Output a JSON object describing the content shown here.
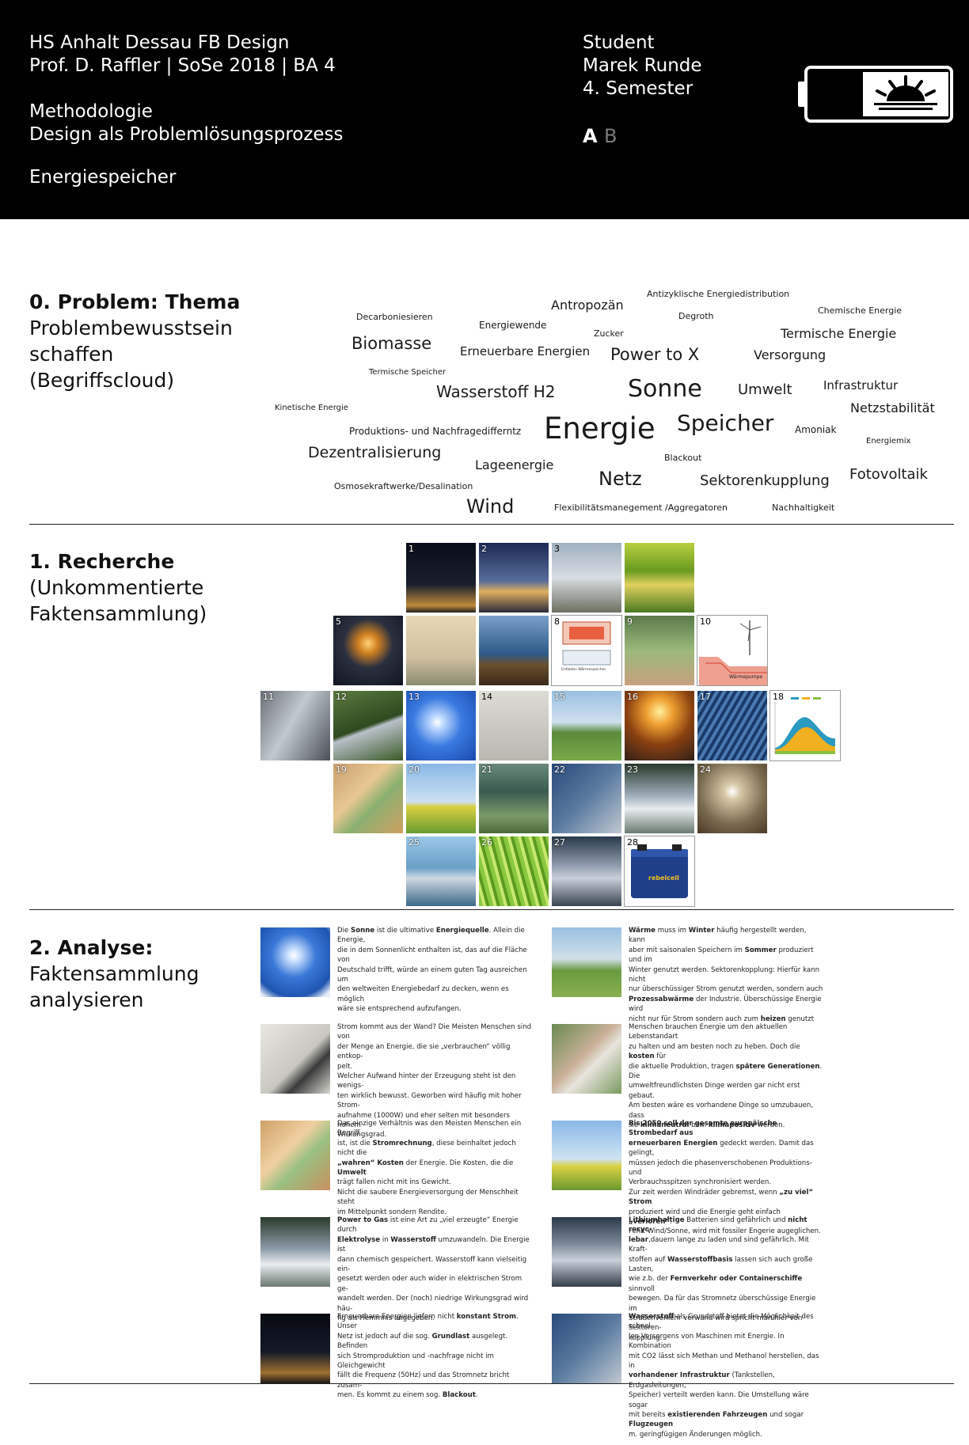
{
  "header": {
    "left_lines": [
      "HS Anhalt Dessau FB Design",
      "Prof. D. Raffler | SoSe 2018 | BA 4",
      "",
      "Methodologie",
      "Design als Problemlösungsprozess",
      "",
      "Energiespeicher"
    ],
    "right_lines": [
      "Student",
      "Marek Runde",
      "4. Semester"
    ],
    "ab_active": "A",
    "ab_inactive": "B",
    "logo_icon": "battery-sun-icon"
  },
  "sections": [
    {
      "title": "0. Problem: Thema",
      "subtitle_lines": [
        "Problembewusstsein",
        "schaffen",
        "(Begriffscloud)"
      ]
    },
    {
      "title": "1. Recherche",
      "subtitle_lines": [
        "(Unkommentierte",
        "Faktensammlung)"
      ]
    },
    {
      "title": "2. Analyse:",
      "subtitle_lines": [
        "Faktensammlung",
        "analysieren"
      ]
    }
  ],
  "cloud": [
    "Antizyklische Energiedistribution",
    "Antropozän",
    "Chemische Energie",
    "Decarboniesieren",
    "Degroth",
    "Energiewende",
    "Zucker",
    "Termische Energie",
    "Biomasse",
    "Erneuerbare Energien",
    "Power to X",
    "Versorgung",
    "Termische Speicher",
    "Infrastruktur",
    "Wasserstoff H2",
    "Sonne",
    "Umwelt",
    "Kinetische Energie",
    "Netzstabilität",
    "Produktions- und Nachfragedifferntz",
    "Energie",
    "Speicher",
    "Amoniak",
    "Energiemix",
    "Dezentralisierung",
    "Blackout",
    "Lageenergie",
    "Fotovoltaik",
    "Netz",
    "Sektorenkupplung",
    "Osmosekraftwerke/Desalination",
    "Wind",
    "Flexibilitätsmanegement /Aggregatoren",
    "Nachhaltigkeit"
  ],
  "research_tiles": [
    {
      "num": "1",
      "subject": "city at night"
    },
    {
      "num": "2",
      "subject": "skyline at dusk"
    },
    {
      "num": "3",
      "subject": "substation"
    },
    {
      "num": "",
      "subject": "green fields"
    },
    {
      "num": "5",
      "subject": "light bulb"
    },
    {
      "num": "",
      "subject": "power pylons"
    },
    {
      "num": "",
      "subject": "tidal coast"
    },
    {
      "num": "8",
      "subject": "heat storage diagram"
    },
    {
      "num": "9",
      "subject": "grandfather and child"
    },
    {
      "num": "10",
      "subject": "heat pump diagram"
    },
    {
      "num": "11",
      "subject": "mirrors"
    },
    {
      "num": "12",
      "subject": "forest road"
    },
    {
      "num": "13",
      "subject": "sun sky"
    },
    {
      "num": "14",
      "subject": "wall socket"
    },
    {
      "num": "15",
      "subject": "wind park storage"
    },
    {
      "num": "16",
      "subject": "solar panels sunset"
    },
    {
      "num": "17",
      "subject": "solar collector"
    },
    {
      "num": "18",
      "subject": "energy chart"
    },
    {
      "num": "19",
      "subject": "euro notes"
    },
    {
      "num": "20",
      "subject": "wind turbines field"
    },
    {
      "num": "21",
      "subject": "biogas domes"
    },
    {
      "num": "22",
      "subject": "hydrogen fuel"
    },
    {
      "num": "23",
      "subject": "container plant"
    },
    {
      "num": "24",
      "subject": "solar tower"
    },
    {
      "num": "25",
      "subject": "pipeline"
    },
    {
      "num": "26",
      "subject": "green tubes"
    },
    {
      "num": "27",
      "subject": "truck"
    },
    {
      "num": "28",
      "subject": "battery"
    }
  ],
  "research_battery_label": "rebelcell",
  "heat_storage_label": "Entladen Wärmespeicher",
  "heat_pump_label": "Wärmepumpe",
  "analysis": [
    {
      "thumb": "sun",
      "lines": [
        [
          "Die ",
          [
            "Sonne"
          ],
          " ist die ultimative ",
          [
            "Energiequelle"
          ],
          ". Allein die Energie,"
        ],
        [
          "die in dem Sonnenlicht enthalten ist, das auf die Fläche von"
        ],
        [
          "Deutschald trifft, würde an einem guten Tag ausreichen um"
        ],
        [
          "den weltweiten Energiebedarf zu decken, wenn es möglich"
        ],
        [
          "wäre sie entsprechend aufzufangen."
        ]
      ]
    },
    {
      "thumb": "windpark",
      "lines": [
        [
          [
            "Wärme"
          ],
          " muss im ",
          [
            "Winter"
          ],
          " häufig hergestellt werden, kann"
        ],
        [
          "aber mit saisonalen Speichern im ",
          [
            "Sommer"
          ],
          " produziert und im"
        ],
        [
          "Winter genutzt werden. Sektorenkopplung: Hierfür kann nicht"
        ],
        [
          "nur überschüssiger Strom genutzt werden, sondern auch"
        ],
        [
          [
            "Prozessabwärme"
          ],
          " der Industrie.  Überschüssige Energie wird"
        ],
        [
          "nicht nur für Strom sondern auch zum ",
          [
            "heizen"
          ],
          " genutzt"
        ]
      ]
    },
    {
      "thumb": "socket",
      "lines": [
        [
          "Strom kommt aus der Wand? Die Meisten Menschen sind von"
        ],
        [
          "der Menge an Energie, die sie „verbrauchen“ völlig entkop-"
        ],
        [
          "pelt."
        ],
        [
          "Welcher Aufwand hinter der Erzeugung steht ist den wenigs-"
        ],
        [
          "ten wirklich bewusst. Geworben wird häufig mit hoher Strom-"
        ],
        [
          "aufnahme (1000W) und eher selten mit besonders hohem"
        ],
        [
          "Wirkungsgrad."
        ]
      ]
    },
    {
      "thumb": "family",
      "lines": [
        [
          "Menschen brauchen Energie um den aktuellen Lebenstandart"
        ],
        [
          "zu halten und am besten noch zu heben. Doch die ",
          [
            "kosten"
          ],
          " für"
        ],
        [
          "die aktuelle Produktion, tragen ",
          [
            "spätere Generationen"
          ],
          ". Die"
        ],
        [
          "umweltfreundlichsten Dinge werden gar nicht erst gebaut."
        ],
        [
          "Am besten wäre es vorhandene Dinge so umzubauen, dass"
        ],
        [
          "sie ",
          [
            "klimaneutral"
          ],
          " bzw. ",
          [
            "klimapositiv"
          ],
          " werden."
        ]
      ]
    },
    {
      "thumb": "money",
      "lines": [
        [
          "Das einzige Verhältnis was den Meisten Menschen ein Begriff"
        ],
        [
          "ist, ist die ",
          [
            "Stromrechnung"
          ],
          ", diese beinhaltet jedoch nicht die"
        ],
        [
          [
            "„wahren“ Kosten"
          ],
          " der Energie. Die Kosten, die die ",
          [
            "Umwelt"
          ]
        ],
        [
          "trägt fallen nicht mit ins Gewicht."
        ],
        [
          "Nicht die saubere Energieversorgung der Menschheit steht"
        ],
        [
          "im Mittelpunkt sondern Rendite."
        ]
      ]
    },
    {
      "thumb": "turbines",
      "lines": [
        [
          [
            "Bis 2050 soll der gesamte europäische Strombedarf aus"
          ]
        ],
        [
          [
            "erneuerbaren Energien"
          ],
          " gedeckt werden. Damit das gelingt,"
        ],
        [
          "müssen jedoch die phasenverschobenen Produktions- und"
        ],
        [
          "Verbrauchsspitzen synchronisiert werden."
        ],
        [
          "Zur zeit werden Windräder gebremst, wenn ",
          [
            "„zu viel“ Strom"
          ]
        ],
        [
          "produziert wird und die Energie geht einfach ",
          [
            "„verloren“"
          ],
          "."
        ],
        [
          "Fehlt Wind/Sonne, wird mit fossiler Engerie augeglichen."
        ]
      ]
    },
    {
      "thumb": "container",
      "lines": [
        [
          [
            "Power to Gas"
          ],
          " ist eine Art zu „viel erzeugte“ Energie durch"
        ],
        [
          [
            "Elektrolyse"
          ],
          " in ",
          [
            "Wasserstoff"
          ],
          " umzuwandeln. Die Energie ist"
        ],
        [
          "dann chemisch gespeichert. Wasserstoff kann vielseitig ein-"
        ],
        [
          "gesetzt werden oder auch wider in elektrischen Strom ge-"
        ],
        [
          "wandelt werden. Der (noch) niedrige Wirkungsgrad wird häu-"
        ],
        [
          "fig als Hemmnis angegeben."
        ]
      ]
    },
    {
      "thumb": "truck",
      "lines": [
        [
          [
            "Lithiumhaltige"
          ],
          " Batterien sind gefährlich und ",
          [
            "nicht recyc-"
          ]
        ],
        [
          [
            "lebar"
          ],
          ",dauern lange zu laden und sind gefährlich. Mit Kraft-"
        ],
        [
          "stoffen auf ",
          [
            "Wasserstoffbasis"
          ],
          " lassen sich auch große Lasten,"
        ],
        [
          "wie z.b. der ",
          [
            "Fernverkehr oder Containerschiffe"
          ],
          " sinnvoll"
        ],
        [
          "bewegen. Da für das Stromnetz überschüssige Energie im"
        ],
        [
          "Straßenverkehr verwand wird spricht man hier von Sektoren-"
        ],
        [
          "kopplung."
        ]
      ]
    },
    {
      "thumb": "night",
      "lines": [
        [
          "Erneuerbare Energien liefern nicht ",
          [
            "konstant Strom"
          ],
          ". Unser"
        ],
        [
          "Netz ist jedoch auf die sog. ",
          [
            "Grundlast"
          ],
          " ausgelegt. Befinden"
        ],
        [
          "sich Stromproduktion und -nachfrage nicht im Gleichgewicht"
        ],
        [
          "fällt die Frequenz (50Hz) und das Stromnetz bricht zusam-"
        ],
        [
          "men. Es kommt zu einem sog. ",
          [
            "Blackout"
          ],
          "."
        ]
      ]
    },
    {
      "thumb": "hydrogen",
      "lines": [
        [
          [
            "Wasserstoff"
          ],
          " als Grundstoff bietet die Möglichkeit des schnel-"
        ],
        [
          "len Versorgens von Maschinen mit Energie. In Kombination"
        ],
        [
          "mit CO2 lässt sich Methan und Methanol herstellen, das in"
        ],
        [
          [
            "vorhandener Infrastruktur"
          ],
          " (Tankstellen, Erdgasleitungen,"
        ],
        [
          "Speicher) verteilt werden kann. Die Umstellung wäre sogar"
        ],
        [
          "mit bereits ",
          [
            "existierenden Fahrzeugen"
          ],
          " und sogar ",
          [
            "Flugzeugen"
          ]
        ],
        [
          "m. geringfügigen Änderungen  möglich."
        ]
      ]
    }
  ]
}
